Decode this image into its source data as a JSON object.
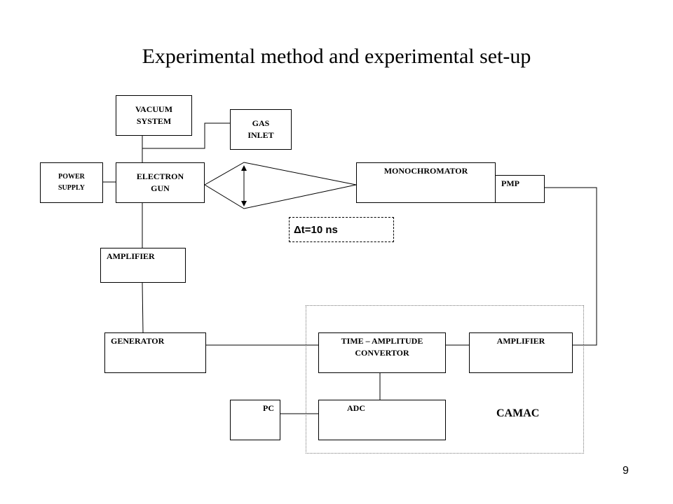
{
  "title": "Experimental method and experimental set-up",
  "boxes": {
    "vacuum_system": "VACUUM\nSYSTEM",
    "gas_inlet": "GAS\nINLET",
    "power_supply": "POWER\nSUPPLY",
    "electron_gun": "ELECTRON\nGUN",
    "monochromator": "MONOCHROMATOR",
    "pmp": "PMP",
    "amplifier_left": "AMPLIFIER",
    "generator": "GENERATOR",
    "tac": "TIME – AMPLITUDE\nCONVERTOR",
    "amplifier_right": "AMPLIFIER",
    "pc": "PC",
    "adc": "ADC"
  },
  "delta_t": "Δt=10 ns",
  "camac_label": "CAMAC",
  "page_number": "9"
}
